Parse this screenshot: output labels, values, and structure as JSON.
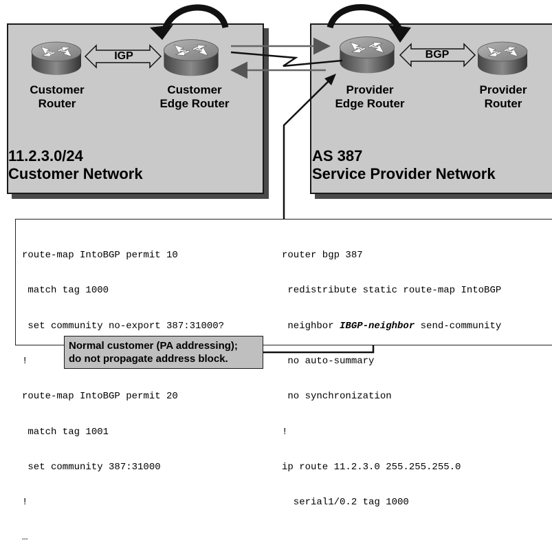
{
  "customer_network": {
    "prefix": "11.2.3.0/24",
    "name": "Customer Network",
    "customer_router": [
      "Customer",
      "Router"
    ],
    "customer_edge_router": [
      "Customer",
      "Edge Router"
    ]
  },
  "provider_network": {
    "as": "AS 387",
    "name": "Service Provider Network",
    "provider_edge_router": [
      "Provider",
      "Edge Router"
    ],
    "provider_router": [
      "Provider",
      "Router"
    ]
  },
  "links": {
    "igp": "IGP",
    "bgp": "BGP"
  },
  "config": {
    "left": [
      "route-map IntoBGP permit 10",
      " match tag 1000",
      " set community no-export 387:31000?",
      "!",
      "route-map IntoBGP permit 20",
      " match tag 1001",
      " set community 387:31000",
      "!",
      "…"
    ],
    "right": {
      "line1": "router bgp 387",
      "line2": " redistribute static route-map IntoBGP",
      "line3_pre": " neighbor ",
      "line3_em": "IBGP-neighbor",
      "line3_post": " send-community",
      "line4": " no auto-summary",
      "line5": " no synchronization",
      "line6": "!",
      "line7": "ip route 11.2.3.0 255.255.255.0",
      "line8": "  serial1/0.2 tag 1000"
    }
  },
  "callout": {
    "line1": "Normal customer (PA addressing);",
    "line2": "do not propagate address block."
  }
}
